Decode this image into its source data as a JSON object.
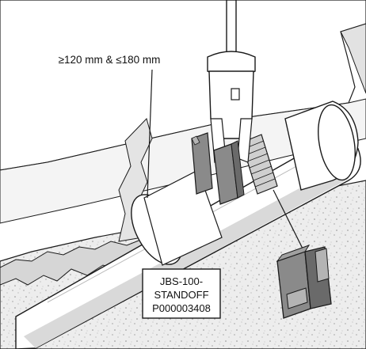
{
  "illustration": {
    "dimension_callout": "≥120 mm & ≤180 mm",
    "part_label": {
      "line1": "JBS-100-",
      "line2": "STANDOFF",
      "line3": "P000003408"
    },
    "colors": {
      "stroke": "#1a1a1a",
      "wall": "#ffffff",
      "trench": "#e6e6e6",
      "concrete": "#ececec",
      "pipe": "#ffffff",
      "clip": "#8a8a8a",
      "clip_dark": "#6a6a6a",
      "clip_light": "#b4b4b4",
      "tool": "#ffffff",
      "label_box": "#ffffff"
    }
  }
}
